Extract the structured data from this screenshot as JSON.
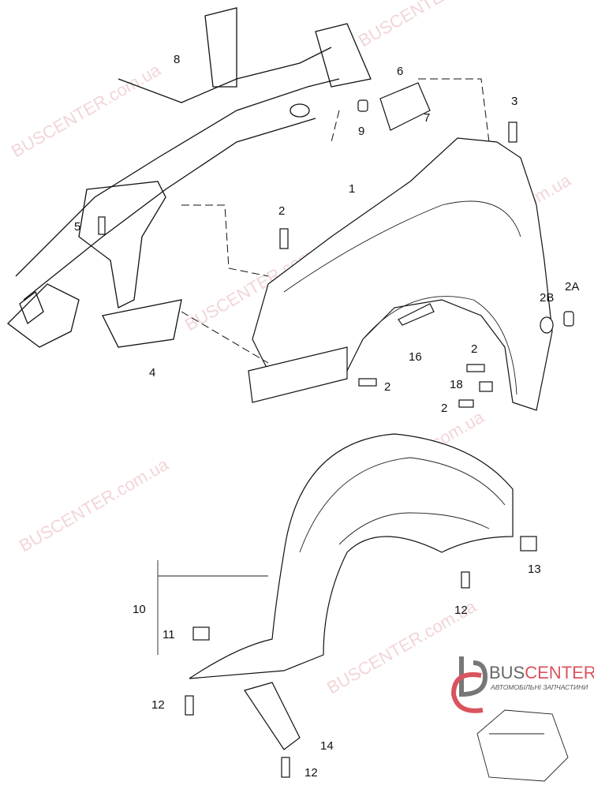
{
  "watermark": "BUSCENTER.com.ua",
  "labels": [
    "8",
    "6",
    "3",
    "9",
    "7",
    "1",
    "2",
    "5",
    "2B",
    "2A",
    "16",
    "4",
    "2",
    "2",
    "18",
    "2",
    "10",
    "11",
    "13",
    "12",
    "12",
    "14",
    "12"
  ],
  "logo": {
    "brand_dark": "BUS",
    "brand_accent": "CENTER",
    "tagline": "АВТОМОБІЛЬНІ ЗАПЧАСТИНИ",
    "colors": {
      "dark": "#666666",
      "accent": "#d9545e"
    }
  }
}
